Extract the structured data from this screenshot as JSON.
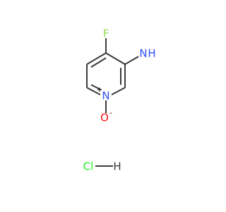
{
  "molecule": {
    "atoms": {
      "fluorine": "F",
      "amine_n": "N",
      "amine_h": "H",
      "ring_n": "N",
      "ring_n_charge": "+",
      "oxide_o": "O",
      "oxide_o_charge": "-",
      "salt_cl": "Cl",
      "salt_h": "H"
    },
    "colors": {
      "bond": "#3a3a3a",
      "fluorine": "#90E050",
      "nitrogen": "#3050F8",
      "oxygen": "#FF0D0D",
      "chlorine": "#1FF01F",
      "hydrogen": "#3a3a3a",
      "charge": "#000000"
    }
  }
}
